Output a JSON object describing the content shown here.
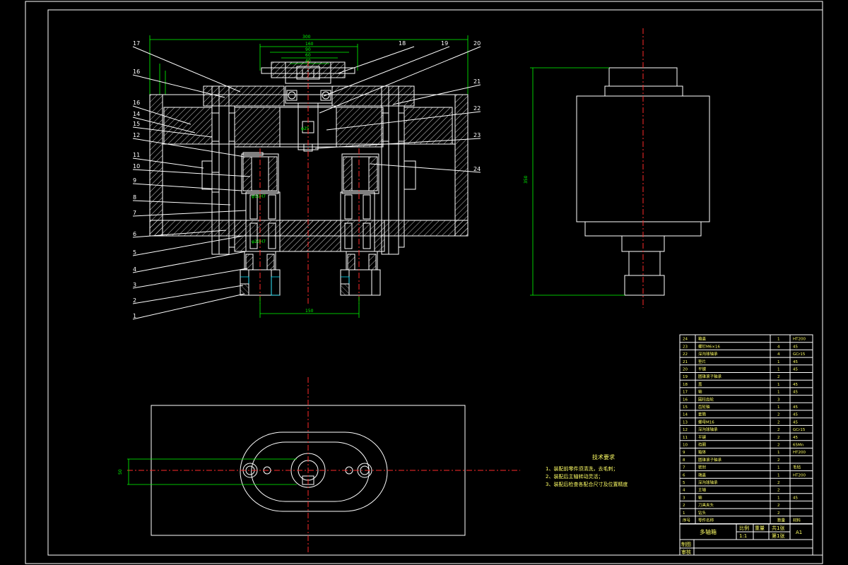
{
  "drawing": {
    "title_block": {
      "drawing_name": "多轴箱",
      "headers": [
        "比例",
        "重量",
        "共1张",
        "A1"
      ],
      "scale": "1:1",
      "sheet": "第1张",
      "row_labels": [
        "制图",
        "审核"
      ]
    },
    "part_numbers_left": [
      "17",
      "16",
      "16",
      "14",
      "15",
      "12",
      "11",
      "10",
      "9",
      "8",
      "7",
      "6",
      "5",
      "4",
      "3",
      "2",
      "1"
    ],
    "part_numbers_right": [
      "18",
      "19",
      "20",
      "21",
      "22",
      "23",
      "24"
    ],
    "dimensions": {
      "top_overall": "300",
      "top_2": "160",
      "top_3": "90",
      "top_4": "60",
      "top_5": "40",
      "bottom_span": "150",
      "side_view_height": "350",
      "plan_offset": "50"
    },
    "tech_requirements": {
      "title": "技术要求",
      "lines": [
        "1、装配前零件须清洗，去毛刺；",
        "2、装配后主轴转动灵活；",
        "3、装配后检查各配合尺寸及位置精度"
      ]
    },
    "parts_list": {
      "rows": [
        {
          "no": "24",
          "name": "箱盖",
          "qty": "1",
          "material": "HT200"
        },
        {
          "no": "23",
          "name": "螺钉M6×16",
          "qty": "4",
          "material": "45"
        },
        {
          "no": "22",
          "name": "深沟球轴承",
          "qty": "4",
          "material": "GCr15"
        },
        {
          "no": "21",
          "name": "垫片",
          "qty": "1",
          "material": "45"
        },
        {
          "no": "20",
          "name": "平键",
          "qty": "1",
          "material": "45"
        },
        {
          "no": "19",
          "name": "圆锥滚子轴承",
          "qty": "2",
          "material": ""
        },
        {
          "no": "18",
          "name": "盖",
          "qty": "1",
          "material": "45"
        },
        {
          "no": "17",
          "name": "轴",
          "qty": "1",
          "material": "45"
        },
        {
          "no": "16",
          "name": "圆柱齿轮",
          "qty": "3",
          "material": ""
        },
        {
          "no": "15",
          "name": "齿轮轴",
          "qty": "1",
          "material": "45"
        },
        {
          "no": "14",
          "name": "套筒",
          "qty": "2",
          "material": "45"
        },
        {
          "no": "13",
          "name": "螺母M16",
          "qty": "2",
          "material": "45"
        },
        {
          "no": "12",
          "name": "深沟球轴承",
          "qty": "2",
          "material": "GCr15"
        },
        {
          "no": "11",
          "name": "平键",
          "qty": "2",
          "material": "45"
        },
        {
          "no": "10",
          "name": "挡圈",
          "qty": "2",
          "material": "65Mn"
        },
        {
          "no": "9",
          "name": "箱体",
          "qty": "1",
          "material": "HT200"
        },
        {
          "no": "8",
          "name": "圆锥滚子轴承",
          "qty": "2",
          "material": ""
        },
        {
          "no": "7",
          "name": "密封",
          "qty": "1",
          "material": "毛毡"
        },
        {
          "no": "6",
          "name": "端盖",
          "qty": "1",
          "material": "HT200"
        },
        {
          "no": "5",
          "name": "深沟球轴承",
          "qty": "2",
          "material": ""
        },
        {
          "no": "4",
          "name": "主轴",
          "qty": "2",
          "material": ""
        },
        {
          "no": "3",
          "name": "轴",
          "qty": "1",
          "material": "45"
        },
        {
          "no": "2",
          "name": "刀具夹头",
          "qty": "2",
          "material": ""
        },
        {
          "no": "1",
          "name": "钻头",
          "qty": "2",
          "material": ""
        }
      ],
      "header": {
        "no": "序号",
        "name": "零件名称",
        "qty": "数量",
        "material": "材料"
      }
    },
    "colors": {
      "background": "#000000",
      "outline": "#ffffff",
      "dimension": "#00ff00",
      "centerline": "#ff2a2a",
      "accent": "#00e5ff"
    }
  }
}
